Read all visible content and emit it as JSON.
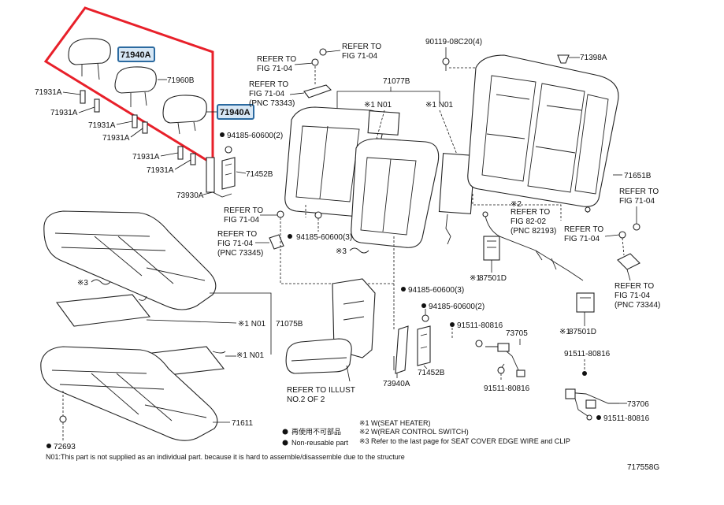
{
  "highlight": {
    "color": "#e8202a",
    "box_fill": "#d7e7f5",
    "box_stroke": "#2b6aa0"
  },
  "parts": {
    "p71940A_1": "71940A",
    "p71960B": "71960B",
    "p71940A_2": "71940A",
    "p71931A_1": "71931A",
    "p71931A_2": "71931A",
    "p71931A_3": "71931A",
    "p71931A_4": "71931A",
    "p71931A_5": "71931A",
    "p71931A_6": "71931A",
    "p94185_2a": "94185-60600(2)",
    "p71452B_1": "71452B",
    "p73930A": "73930A",
    "p71077B": "71077B",
    "p90119": "90119-08C20(4)",
    "p71398A": "71398A",
    "p71651B": "71651B",
    "p94185_3a": "94185-60600(3)",
    "p94185_3b": "94185-60600(3)",
    "p94185_2b": "94185-60600(2)",
    "p87501D_1": "87501D",
    "p87501D_2": "87501D",
    "p91511_1": "91511-80816",
    "p91511_2": "91511-80816",
    "p91511_3": "91511-80816",
    "p91511_4": "91511-80816",
    "p73705": "73705",
    "p73706": "73706",
    "p71452B_2": "71452B",
    "p73940A": "73940A",
    "p71075B": "71075B",
    "p71611": "71611",
    "p72693": "72693",
    "p717558G": "717558G"
  },
  "markers": {
    "n01_a": "※1 N01",
    "n01_b": "※1 N01",
    "n01_c": "※1 N01",
    "n01_d": "※1 N01",
    "s3_a": "※3",
    "s3_b": "※3",
    "s1_87501D_1": "※1",
    "s1_87501D_2": "※1",
    "s2": "※2"
  },
  "refs": {
    "r1_a": "REFER TO",
    "r1_b": "FIG 71-04",
    "r2_a": "REFER TO",
    "r2_b": "FIG 71-04",
    "r3_a": "REFER TO",
    "r3_b": "FIG 71-04",
    "r3_c": "(PNC 73343)",
    "r4_a": "REFER TO",
    "r4_b": "FIG 71-04",
    "r5_a": "REFER TO",
    "r5_b": "FIG 71-04",
    "r5_c": "(PNC 73345)",
    "r6_a": "REFER TO",
    "r6_b": "FIG 82-02",
    "r6_c": "(PNC 82193)",
    "r7_a": "REFER TO",
    "r7_b": "FIG 71-04",
    "r8_a": "REFER TO",
    "r8_b": "FIG 71-04",
    "r9_a": "REFER TO",
    "r9_b": "FIG 71-04",
    "r9_c": "(PNC 73344)",
    "illust_a": "REFER TO ILLUST",
    "illust_b": "NO.2 OF 2"
  },
  "legend": {
    "l1": "再使用不可部品",
    "l2": "Non-reusable part",
    "n1": "※1 W(SEAT HEATER)",
    "n2": "※2 W(REAR CONTROL SWITCH)",
    "n3": "※3 Refer to the last page for SEAT COVER EDGE WIRE and CLIP",
    "footnote": "N01:This part is not supplied as an individual part. because it is hard to assemble/disassemble due to the structure"
  }
}
